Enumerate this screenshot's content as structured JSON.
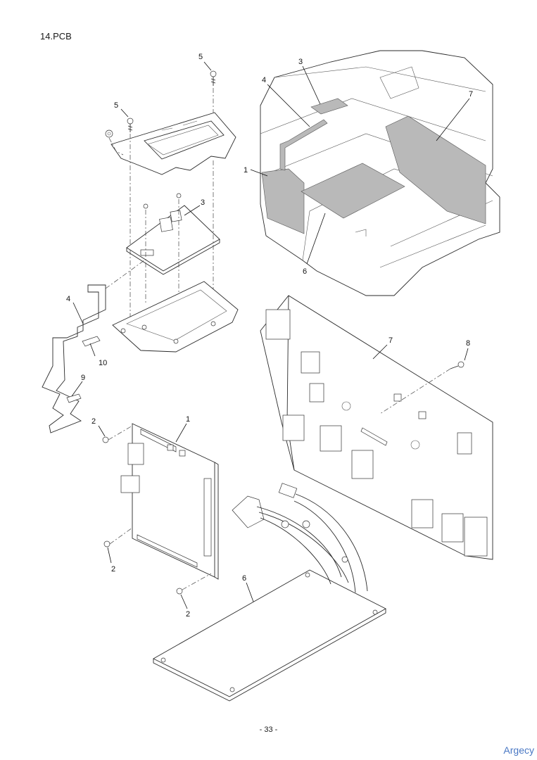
{
  "title": "14.PCB",
  "page_number": "- 33 -",
  "watermark": "Argecy",
  "callouts": {
    "c5a": "5",
    "c5b": "5",
    "c3a": "3",
    "c4a": "4",
    "c10": "10",
    "c9": "9",
    "c2a": "2",
    "c1a": "1",
    "c2b": "2",
    "c2c": "2",
    "c6a": "6",
    "c3b": "3",
    "c4b": "4",
    "c7a": "7",
    "c1b": "1",
    "c6b": "6",
    "c7b": "7",
    "c8": "8"
  },
  "colors": {
    "shaded_part": "#b9b9b9",
    "watermark": "#4a78c4"
  }
}
